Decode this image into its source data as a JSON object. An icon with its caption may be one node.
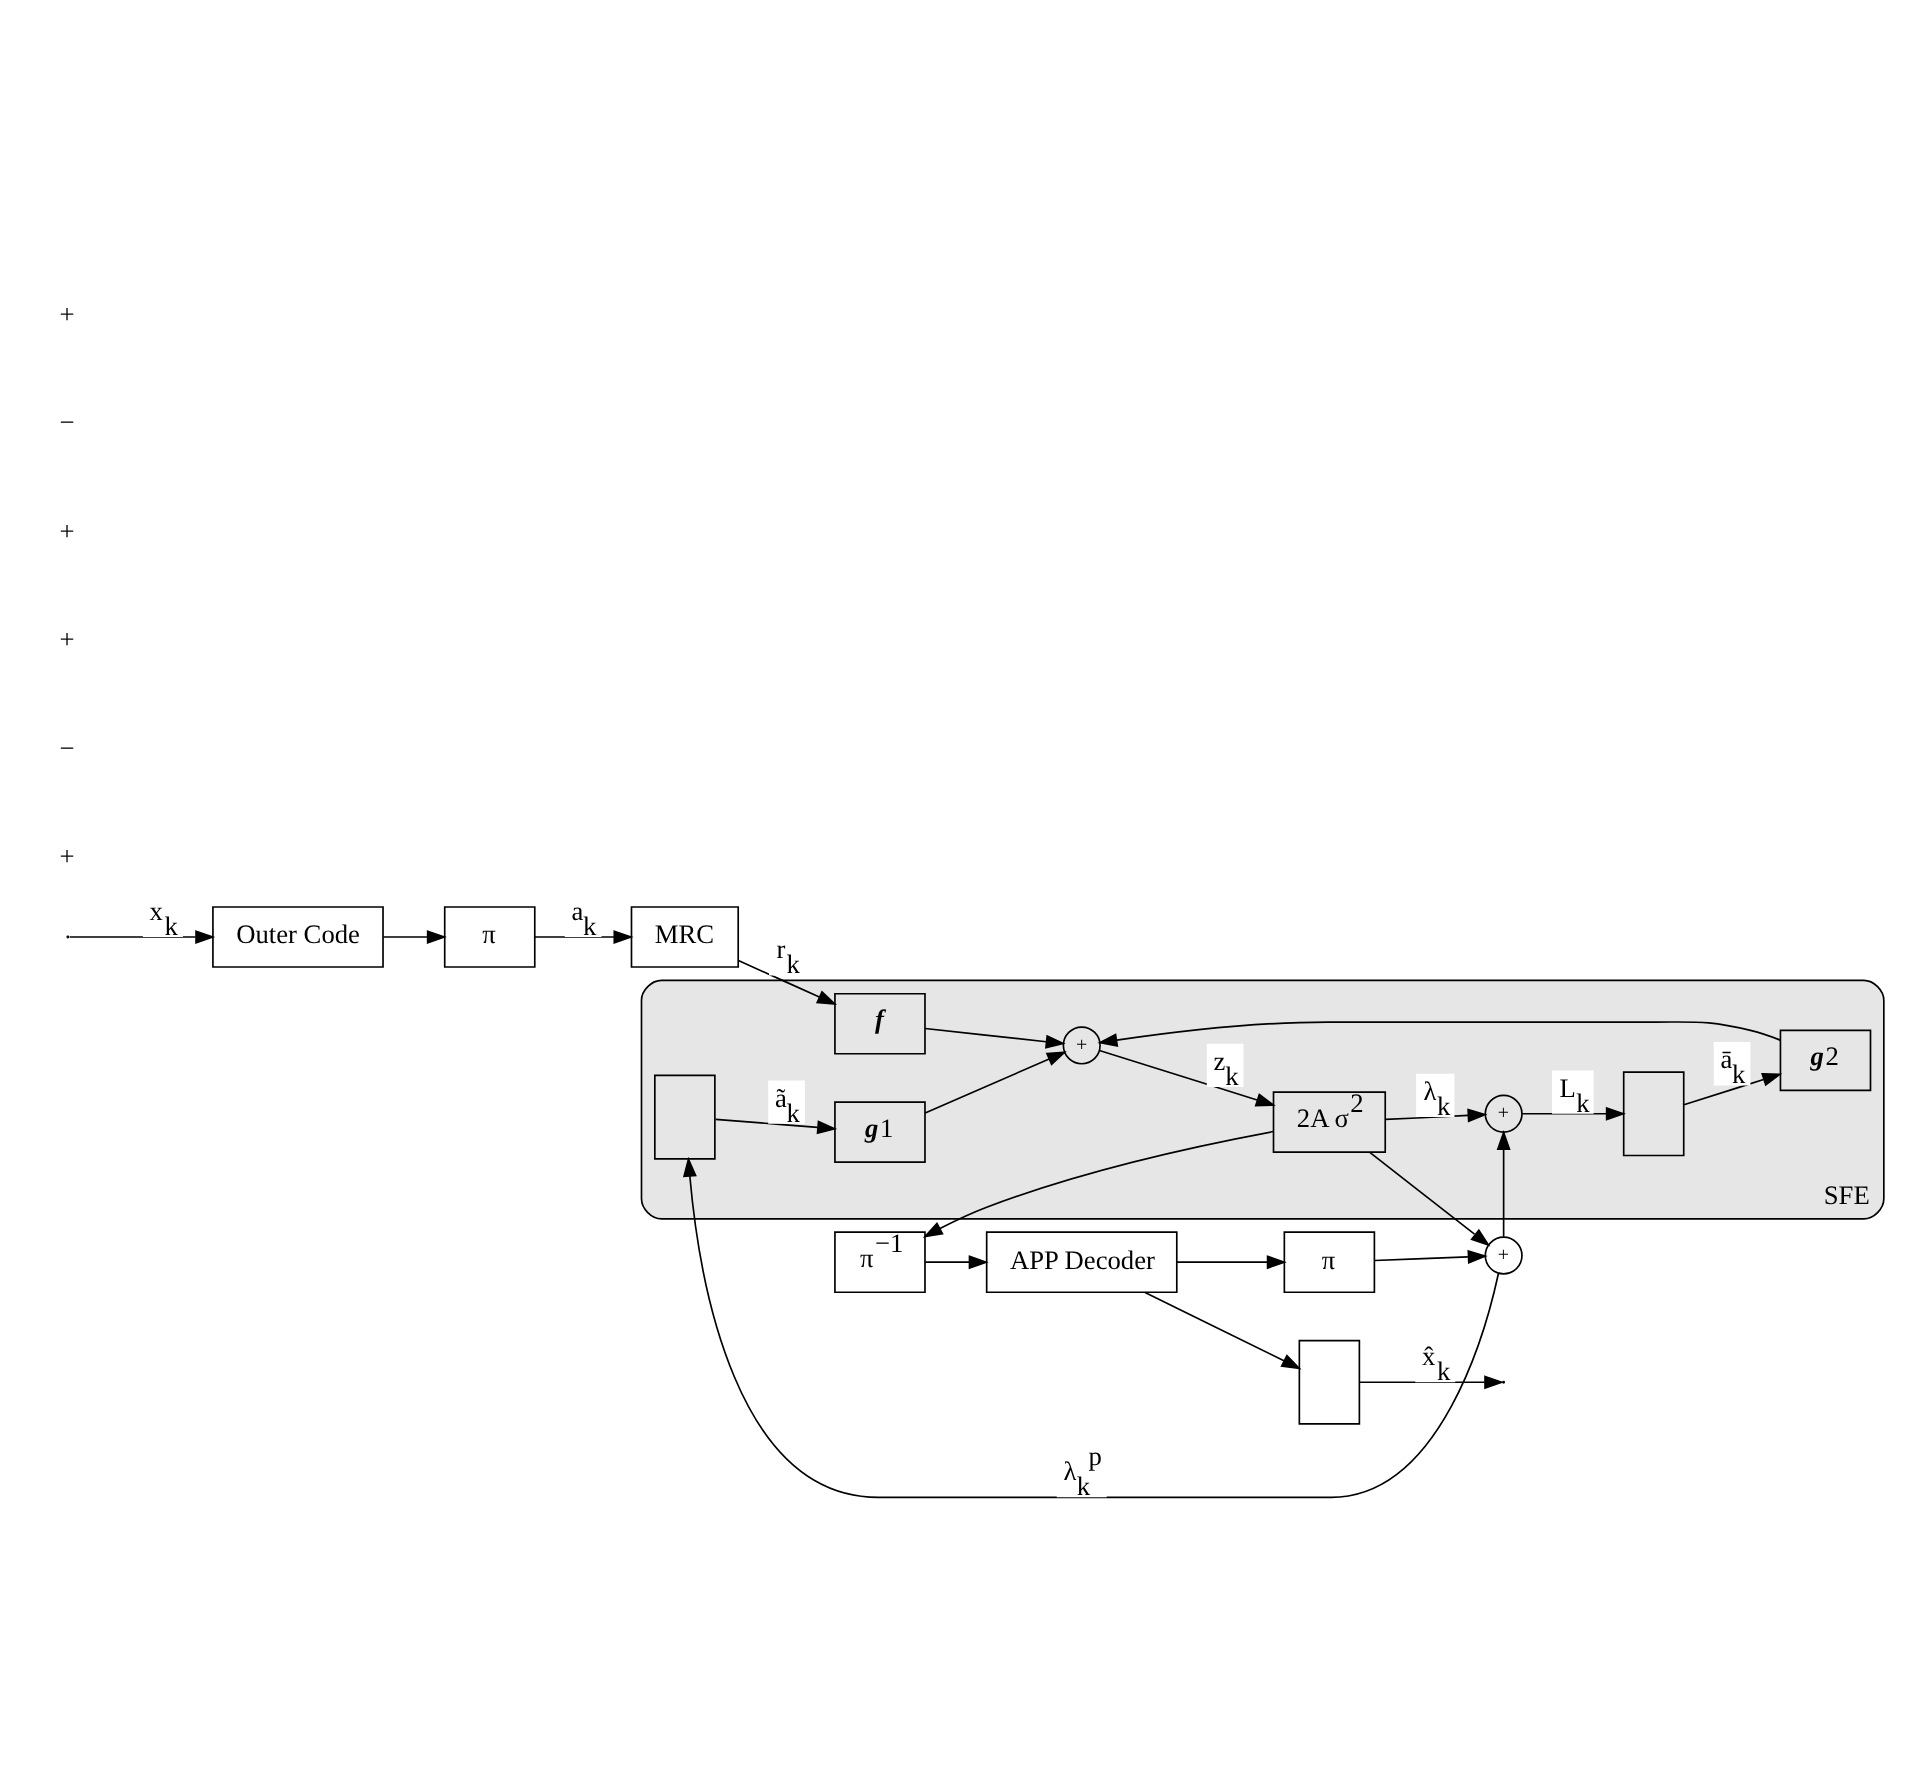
{
  "diagram": {
    "nodes": [
      {
        "text": [
          "SFE"
        ]
      },
      {
        "text": [
          "Outer Code"
        ]
      },
      {
        "text": [
          "π"
        ]
      },
      {
        "text": [
          "MRC"
        ]
      },
      {
        "text": [
          "**f**"
        ],
        "in": 0
      },
      {
        "text": [
          "+"
        ],
        "in": 0
      },
      {
        "text": [
          "2A σ$^{2}$"
        ],
        "in": 0
      },
      {
        "text": [],
        "shape": "box",
        "in": 0
      },
      {
        "text": [
          "**g**1"
        ],
        "in": 0
      },
      {
        "text": [
          "**g**2"
        ],
        "in": 0
      },
      {
        "text": [],
        "shape": "box",
        "in": 0
      },
      {
        "text": [
          "+"
        ],
        "in": 0
      },
      {
        "text": [
          "+"
        ]
      },
      {
        "text": [
          "π"
        ]
      },
      {
        "text": [
          "APP Decoder"
        ]
      },
      {
        "text": [
          "π$^{−1}$"
        ]
      },
      {
        "text": [],
        "shape": "box"
      }
    ],
    "edges": [
      {
        "from": null,
        "to": 1,
        "arrow": "to",
        "label": "x$_{k}$"
      },
      {
        "from": 1,
        "to": 2,
        "arrow": "to"
      },
      {
        "from": 2,
        "to": 3,
        "arrow": "to",
        "label": "a$_{k}$"
      },
      {
        "from": 3,
        "to": 4,
        "arrow": "to",
        "label": "r$_{k}$"
      },
      {
        "from": 4,
        "to": 5,
        "arrow": "to"
      },
      {
        "from": 5,
        "to": 6,
        "arrow": "to",
        "label": "z$_{k}$"
      },
      {
        "from": 6,
        "to": 11,
        "arrow": "to",
        "label": "λ$_{k}$"
      },
      {
        "from": 6,
        "to": 12,
        "arrow": "to"
      },
      {
        "from": 6,
        "to": 15,
        "arrow": "to"
      },
      {
        "from": 11,
        "to": 10,
        "arrow": "to",
        "label": "L$_{k}$"
      },
      {
        "from": 10,
        "to": 9,
        "arrow": "to",
        "label": "ā$_{k}$"
      },
      {
        "from": 9,
        "to": 5,
        "arrow": "to"
      },
      {
        "from": 8,
        "to": 5,
        "arrow": "to"
      },
      {
        "from": 7,
        "to": 8,
        "arrow": "to",
        "label": "ã$_{k}$"
      },
      {
        "from": 12,
        "to": 7,
        "arrow": "to",
        "label": "λ$_{k}$$^{p}$"
      },
      {
        "from": 12,
        "to": 11,
        "arrow": "to"
      },
      {
        "from": 15,
        "to": 14,
        "arrow": "to"
      },
      {
        "from": 14,
        "to": 13,
        "arrow": "to"
      },
      {
        "from": 14,
        "to": 16,
        "arrow": "to"
      },
      {
        "from": 13,
        "to": 12,
        "arrow": "to"
      },
      {
        "from": 16,
        "to": null,
        "arrow": "to",
        "label": "x̂$_{k}$"
      }
    ],
    "labels": [
      "+",
      "−",
      "+",
      "+",
      "−",
      "+"
    ]
  }
}
